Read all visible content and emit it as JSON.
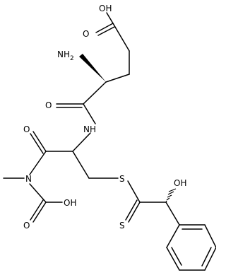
{
  "molecule": {
    "atom_labels": {
      "acid_oh_top": "OH",
      "acid_o_top": "O",
      "amine": "NH",
      "amine_sub": "2",
      "amide_o1": "O",
      "amide_nh": "NH",
      "amide_o2": "O",
      "n_methyl": "N",
      "carbamic_oh": "OH",
      "carbamic_o": "O",
      "thioether_s": "S",
      "thione_s": "S",
      "hydroxyl_oh": "OH"
    }
  }
}
